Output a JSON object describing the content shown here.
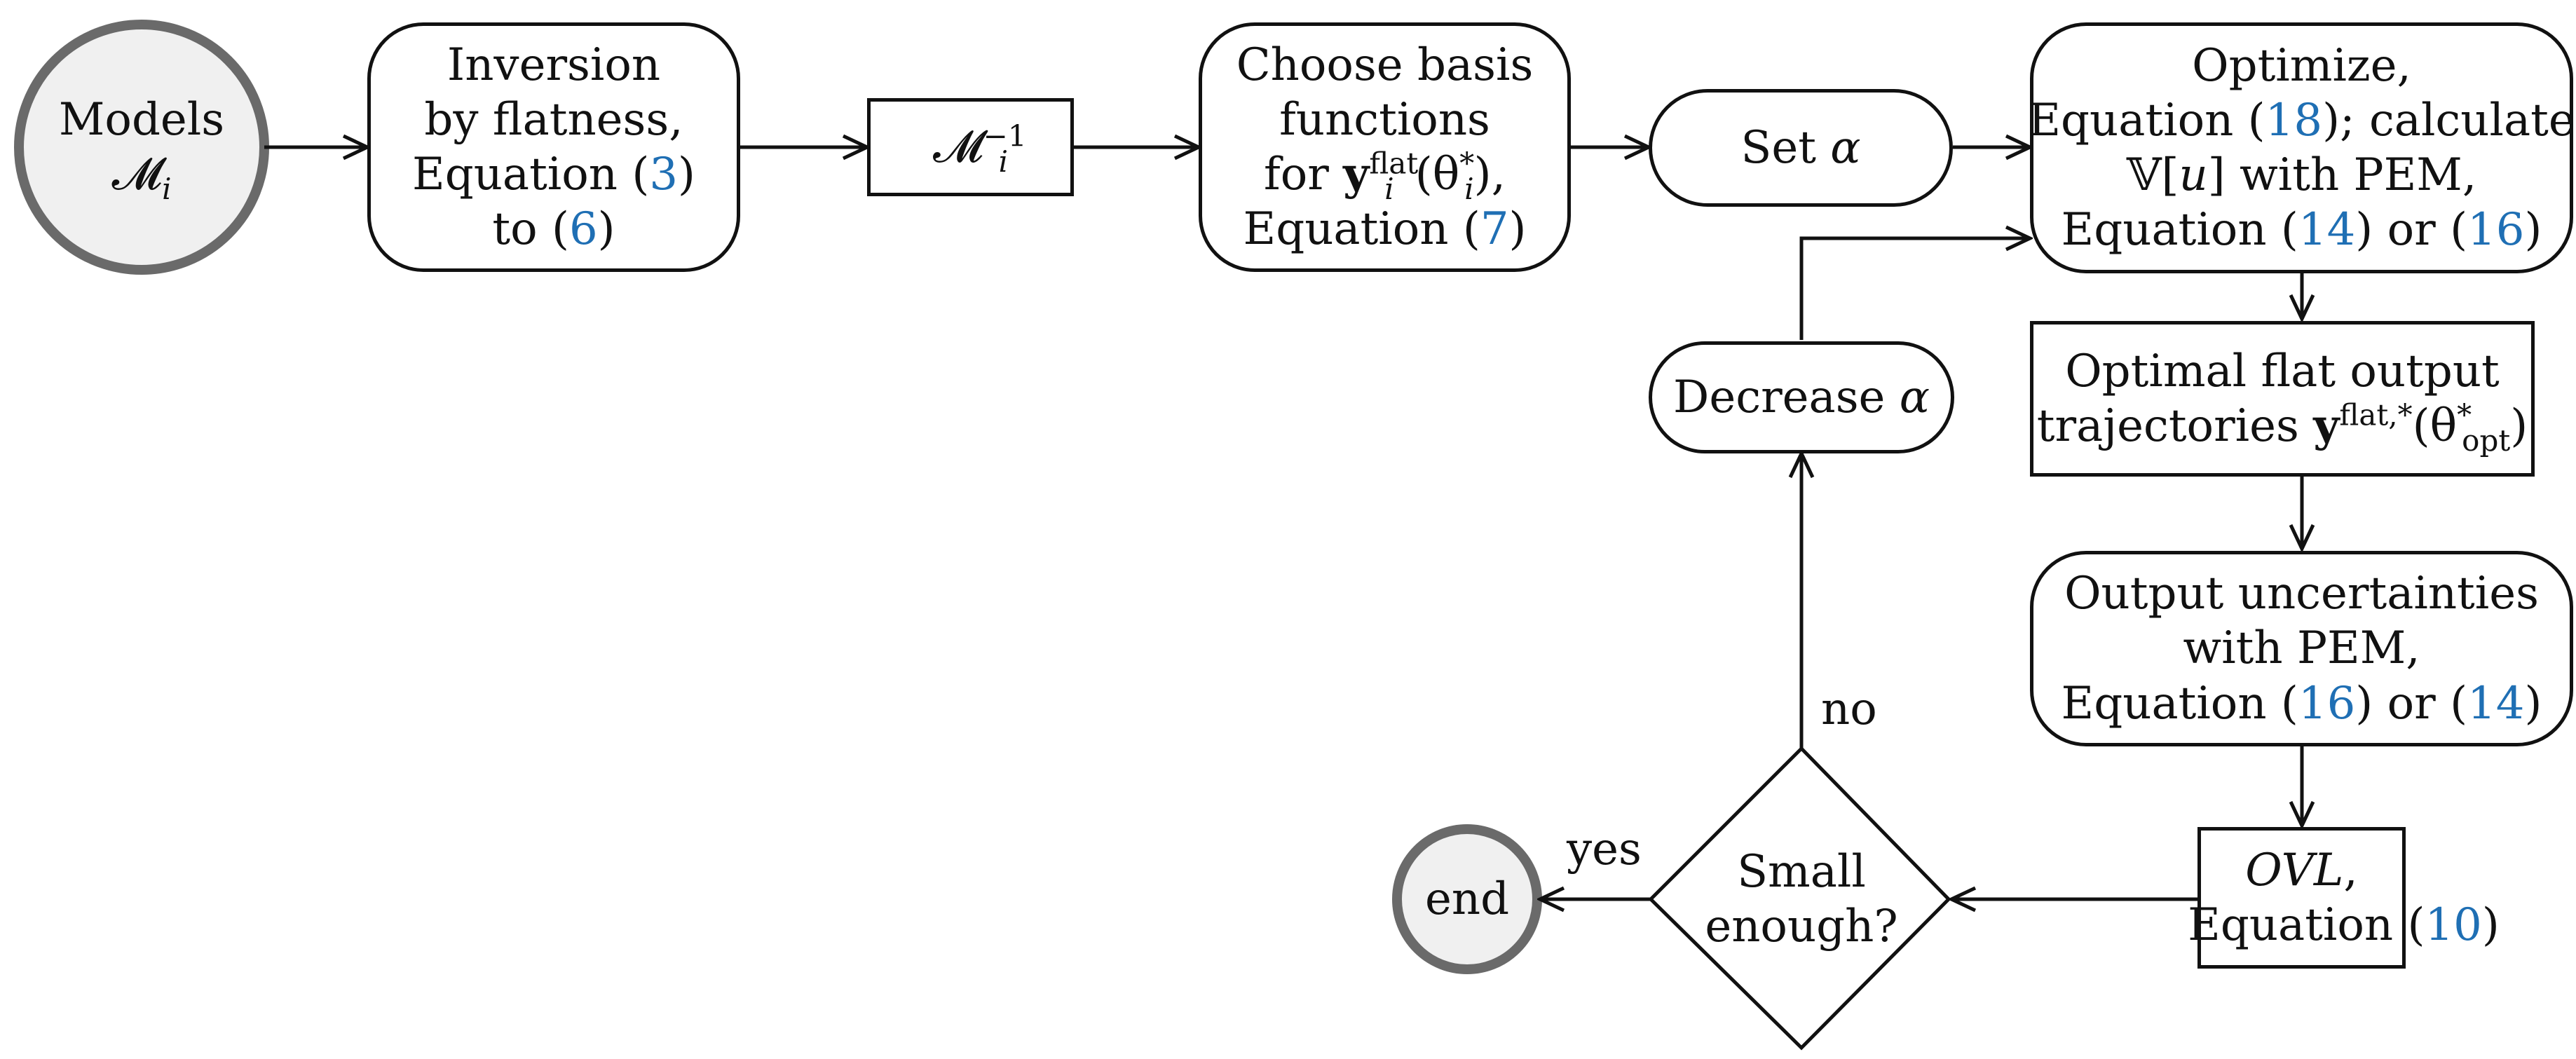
{
  "nodes": {
    "models": {
      "l1": "Models",
      "l2": "𝓜",
      "l2_sub": "i"
    },
    "inversion": {
      "l1": "Inversion",
      "l2": "by flatness,",
      "l3_a": "Equation (",
      "l3_ref": "3",
      "l3_b": ")",
      "l4_a": "to (",
      "l4_ref": "6",
      "l4_b": ")"
    },
    "inverse": {
      "base": "𝓜",
      "sub": "i",
      "sup": "−1"
    },
    "basis": {
      "l1": "Choose basis",
      "l2": "functions",
      "l3_a": "for ",
      "l3_y": "y",
      "l3_sub": "i",
      "l3_sup": "flat",
      "l3_b": "(θ",
      "l3_theta_sub": "i",
      "l3_theta_sup": "*",
      "l3_c": "),",
      "l4_a": "Equation (",
      "l4_ref": "7",
      "l4_b": ")"
    },
    "set_alpha": {
      "text": "Set ",
      "alpha": "α"
    },
    "optimize": {
      "l1": "Optimize,",
      "l2_a": "Equation (",
      "l2_ref": "18",
      "l2_b": "); calculate",
      "l3_a": "𝕍[",
      "l3_u": "u",
      "l3_b": "] with PEM,",
      "l4_a": "Equation (",
      "l4_ref1": "14",
      "l4_b": ") or (",
      "l4_ref2": "16",
      "l4_c": ")"
    },
    "optimal": {
      "l1": "Optimal flat output",
      "l2_a": "trajectories ",
      "l2_y": "y",
      "l2_sup": "flat,*",
      "l2_b": "(θ",
      "l2_sub": "opt",
      "l2_sup2": "*",
      "l2_c": ")"
    },
    "output_unc": {
      "l1": "Output uncertainties",
      "l2": "with PEM,",
      "l3_a": "Equation (",
      "l3_ref1": "16",
      "l3_b": ") or (",
      "l3_ref2": "14",
      "l3_c": ")"
    },
    "ovl": {
      "l1_it": "OVL",
      "l1_b": ",",
      "l2_a": "Equation (",
      "l2_ref": "10",
      "l2_b": ")"
    },
    "decision": {
      "l1": "Small",
      "l2": "enough?"
    },
    "decrease": {
      "text": "Decrease ",
      "alpha": "α"
    },
    "end": {
      "text": "end"
    }
  },
  "edge_labels": {
    "yes": "yes",
    "no": "no"
  },
  "colors": {
    "stroke": "#111111",
    "terminal_fill": "#f0f0f0",
    "terminal_stroke": "#6a6a6a",
    "reference": "#1f6fb4"
  }
}
